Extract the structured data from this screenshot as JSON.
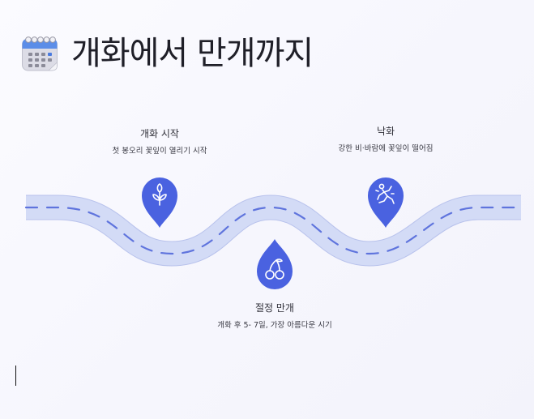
{
  "title": "개화에서 만개까지",
  "header": {
    "icon": "calendar-icon"
  },
  "stages": [
    {
      "title": "개화 시작",
      "description": "첫 봉오리 꽃잎이 열리기 시작",
      "icon": "sprout-icon",
      "position": "above"
    },
    {
      "title": "절정 만개",
      "description": "개화 후 5- 7일, 가장 아름다운 시기",
      "icon": "cherry-icon",
      "position": "below"
    },
    {
      "title": "낙화",
      "description": "강한 비·바람에 꽃잎이 떨어짐",
      "icon": "falling-person-icon",
      "position": "above"
    }
  ],
  "colors": {
    "road_fill": "#d3dbf6",
    "road_edge": "#b8c2ec",
    "road_dash": "#5f74dd",
    "pin": "#4a62e0",
    "pin_icon": "#ffffff"
  }
}
